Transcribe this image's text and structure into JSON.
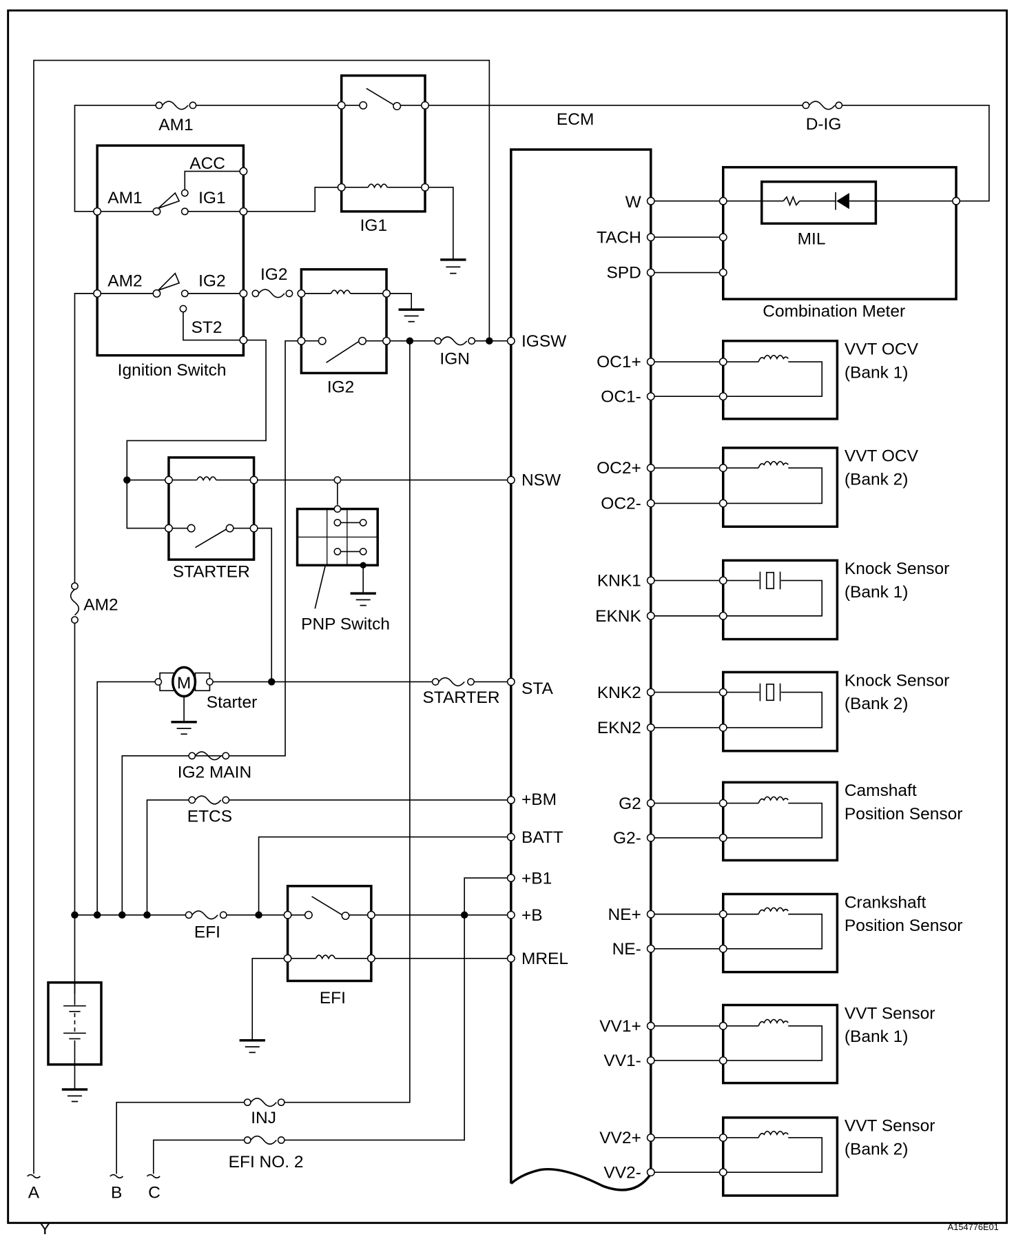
{
  "diagram": {
    "title": "ECM wiring diagram",
    "figure_id": "A154776E01",
    "corner_mark": "Y",
    "ecm_label": "ECM",
    "ecm_terminals_left": [
      "IGSW",
      "NSW",
      "STA",
      "+BM",
      "BATT",
      "+B1",
      "+B",
      "MREL"
    ],
    "ecm_terminals_right": [
      "W",
      "TACH",
      "SPD",
      "OC1+",
      "OC1-",
      "OC2+",
      "OC2-",
      "KNK1",
      "EKNK",
      "KNK2",
      "EKN2",
      "G2",
      "G2-",
      "NE+",
      "NE-",
      "VV1+",
      "VV1-",
      "VV2+",
      "VV2-"
    ],
    "fuses": {
      "am1": "AM1",
      "d_ig": "D-IG",
      "ig2": "IG2",
      "ign": "IGN",
      "am2": "AM2",
      "starter": "STARTER",
      "ig2_main": "IG2 MAIN",
      "etcs": "ETCS",
      "efi": "EFI",
      "inj": "INJ",
      "efi_no2": "EFI NO. 2"
    },
    "relays": {
      "ig1": "IG1",
      "ig2": "IG2",
      "starter": "STARTER",
      "efi": "EFI"
    },
    "ignition_switch": {
      "label": "Ignition Switch",
      "terminals": {
        "acc": "ACC",
        "am1": "AM1",
        "ig1": "IG1",
        "am2": "AM2",
        "ig2": "IG2",
        "st2": "ST2"
      }
    },
    "components": {
      "combination_meter": "Combination Meter",
      "mil": "MIL",
      "pnp_switch": "PNP Switch",
      "starter_motor": "Starter",
      "motor_symbol": "M",
      "vvt_ocv_1": [
        "VVT OCV",
        "(Bank 1)"
      ],
      "vvt_ocv_2": [
        "VVT OCV",
        "(Bank 2)"
      ],
      "knock_1": [
        "Knock Sensor",
        "(Bank 1)"
      ],
      "knock_2": [
        "Knock Sensor",
        "(Bank 2)"
      ],
      "cam_sensor": [
        "Camshaft",
        "Position Sensor"
      ],
      "crank_sensor": [
        "Crankshaft",
        "Position Sensor"
      ],
      "vvt_sensor_1": [
        "VVT Sensor",
        "(Bank 1)"
      ],
      "vvt_sensor_2": [
        "VVT Sensor",
        "(Bank 2)"
      ]
    },
    "connectors": [
      "A",
      "B",
      "C"
    ]
  }
}
